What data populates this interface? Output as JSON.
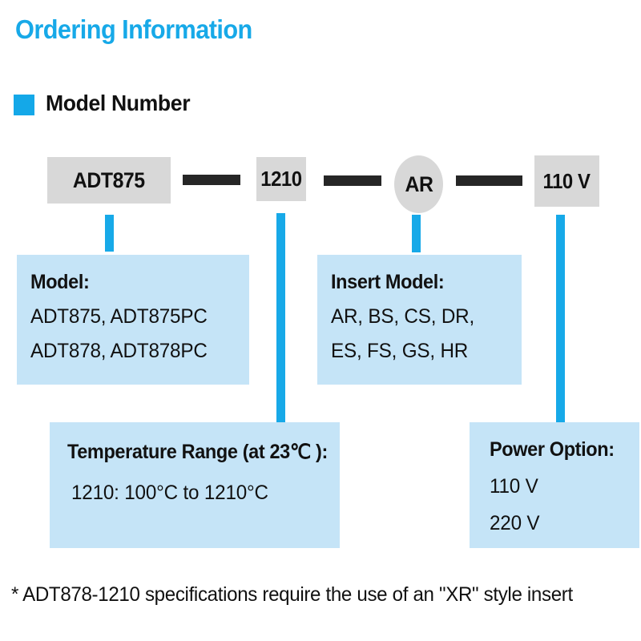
{
  "header": {
    "title": "Ordering Information",
    "section_heading": "Model Number",
    "bullet_icon": "square-bullet-icon",
    "accent_color": "#17a9e8"
  },
  "model_number": {
    "segments": [
      {
        "id": "model",
        "value": "ADT875",
        "shape": "rect"
      },
      {
        "id": "range",
        "value": "1210",
        "shape": "rect"
      },
      {
        "id": "insert",
        "value": "AR",
        "shape": "ellipse"
      },
      {
        "id": "power",
        "value": "110 V",
        "shape": "rect"
      }
    ],
    "separator": "dash",
    "box_color": "#d8d8d8",
    "separator_color": "#262626"
  },
  "info_boxes": {
    "model": {
      "title": "Model:",
      "lines": [
        "ADT875, ADT875PC",
        "ADT878, ADT878PC"
      ]
    },
    "insert": {
      "title": "Insert Model:",
      "lines": [
        "AR, BS, CS, DR,",
        "ES, FS, GS, HR"
      ]
    },
    "temperature": {
      "title": "Temperature Range (at 23℃ ):",
      "lines": [
        "1210: 100°C to 1210°C"
      ]
    },
    "power": {
      "title": "Power Option:",
      "lines": [
        "110 V",
        "220 V"
      ]
    },
    "box_color": "#c5e4f7"
  },
  "footnote": {
    "text": "* ADT878-1210 specifications require the use of an \"XR\" style insert"
  }
}
